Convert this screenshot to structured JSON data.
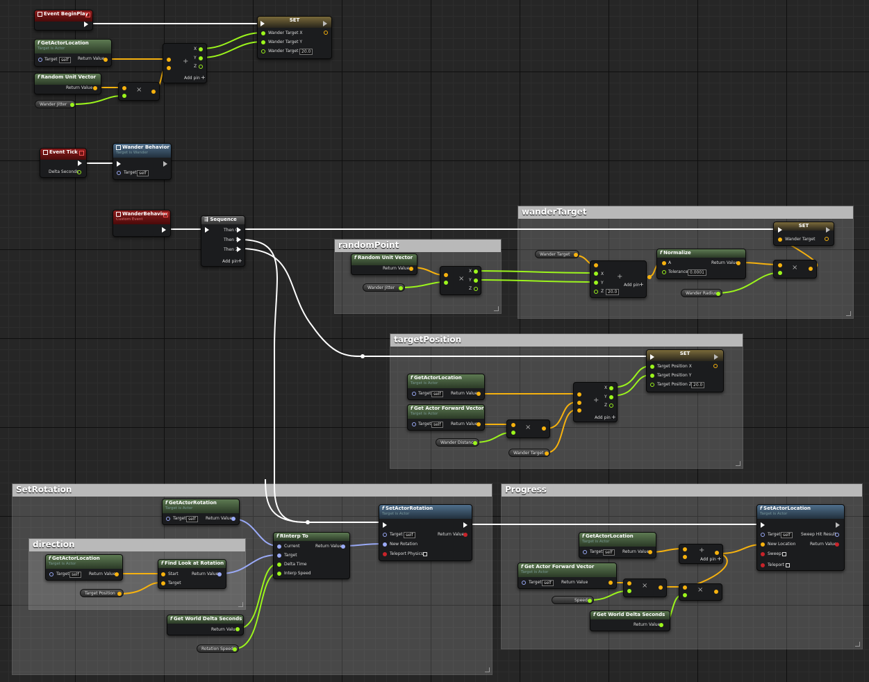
{
  "comments": {
    "wander_target": "wanderTarget",
    "random_point": "randomPoint",
    "target_position": "targetPosition",
    "set_rotation": "SetRotation",
    "direction": "direction",
    "progress": "Progress"
  },
  "events": {
    "begin_play": "Event BeginPlay",
    "tick": "Event Tick",
    "delta_seconds": "Delta Seconds",
    "wander_behavior_event": "WanderBehavior",
    "custom_event": "Custom Event"
  },
  "nodes": {
    "set1": {
      "title": "SET",
      "x": "Wander Target X",
      "y": "Wander Target Y",
      "z": "Wander Target Z",
      "z_val": "20.0"
    },
    "get_actor_location": "GetActorLocation",
    "target_is_actor": "Target is Actor",
    "target": "Target",
    "self": "self",
    "return_value": "Return Value",
    "random_unit_vector": "Random Unit Vector",
    "wander_jitter": "Wander Jitter",
    "add_pin": "Add pin",
    "x": "X",
    "y": "Y",
    "z": "Z",
    "wander_behavior_call": "Wander Behavior",
    "target_is_wander": "Target is Wander",
    "sequence": "Sequence",
    "then0": "Then 0",
    "then1": "Then 1",
    "then2": "Then 2",
    "set2": {
      "title": "SET",
      "pin": "Wander Target"
    },
    "wander_target": "Wander Target",
    "normalize": "Normalize",
    "a": "A",
    "tolerance": "Tolerance",
    "tolerance_val": "0.0001",
    "z_val": "20.0",
    "wander_radius": "Wander Radius",
    "set3": {
      "title": "SET",
      "x": "Target Position X",
      "y": "Target Position Y",
      "z": "Target Position Z",
      "z_val": "20.0"
    },
    "get_actor_forward_vector": "Get Actor Forward Vector",
    "wander_distance": "Wander Distance",
    "get_actor_rotation": "GetActorRotation",
    "rinterp_to": "RInterp To",
    "current": "Current",
    "delta_time": "Delta Time",
    "interp_speed": "Interp Speed",
    "find_look_at_rotation": "Find Look at Rotation",
    "start": "Start",
    "target_position": "Target Position",
    "get_world_delta_seconds": "Get World Delta Seconds",
    "rotation_speed": "Rotation Speed",
    "set_actor_rotation": "SetActorRotation",
    "new_rotation": "New Rotation",
    "teleport_physics": "Teleport Physics",
    "set_actor_location": "SetActorLocation",
    "new_location": "New Location",
    "sweep": "Sweep",
    "teleport": "Teleport",
    "sweep_hit_result": "Sweep Hit Result",
    "speed": "Speed"
  },
  "colors": {
    "exec": "#ffffff",
    "vector": "#f7b20e",
    "float": "#9cf51c",
    "rotator": "#9aaaf7",
    "bool": "#c8232a",
    "event_header": "#8c1d1d",
    "function_header": "#5d7a52",
    "call_header": "#4f6f8c"
  }
}
